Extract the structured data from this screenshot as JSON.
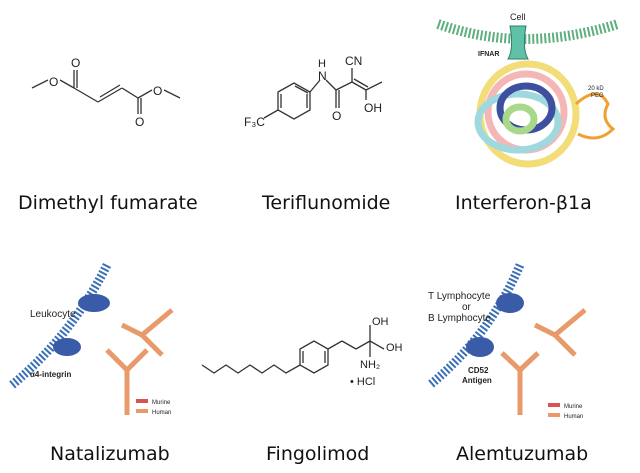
{
  "drugs": [
    {
      "name": "Dimethyl fumarate"
    },
    {
      "name": "Teriflunomide"
    },
    {
      "name": "Interferon-β1a"
    },
    {
      "name": "Natalizumab"
    },
    {
      "name": "Fingolimod"
    },
    {
      "name": "Alemtuzumab"
    }
  ],
  "dmf": {
    "o1": "O",
    "o2": "O",
    "o3": "O",
    "o4": "O"
  },
  "teri": {
    "h": "H",
    "n": "N",
    "cn": "CN",
    "o": "O",
    "oh": "OH",
    "cf3": "F₃C"
  },
  "ifn": {
    "cell": "Cell",
    "receptor": "IFNAR",
    "peg": "20 kD",
    "peg2": "PEG"
  },
  "nat": {
    "leukocyte": "Leukocyte",
    "integrin": "α4-integrin",
    "murine": "Murine",
    "human": "Human"
  },
  "fingo": {
    "oh1": "OH",
    "oh2": "OH",
    "nh2": "NH₂",
    "hcl": "• HCl"
  },
  "alem": {
    "t": "T Lymphocyte",
    "or": "or",
    "b": "B Lymphocyte",
    "cd52": "CD52",
    "antigen": "Antigen",
    "murine": "Murine",
    "human": "Human"
  },
  "colors": {
    "membrane": "#3a6fb5",
    "cell_membrane": "#5fae7f",
    "antibody": "#e89a6a",
    "murine": "#d9534f",
    "receptor": "#3a4f9c"
  }
}
